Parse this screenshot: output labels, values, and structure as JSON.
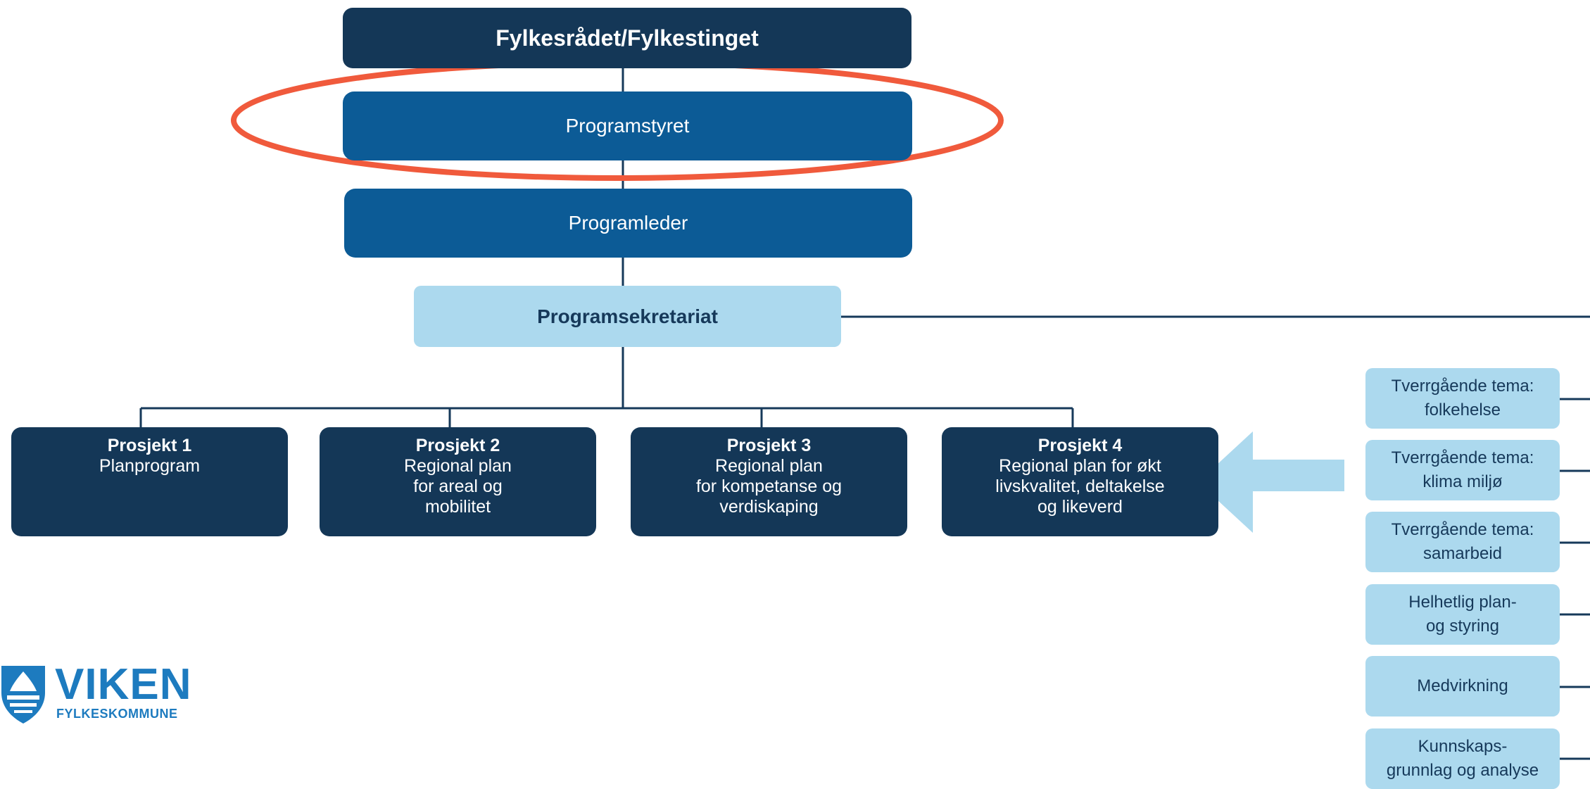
{
  "board": "Fylkesrådet/Fylkestinget",
  "steering": "Programstyret",
  "leader": "Programleder",
  "secretariat": "Programsekretariat",
  "projects": [
    {
      "title": "Prosjekt 1",
      "desc": "Planprogram"
    },
    {
      "title": "Prosjekt 2",
      "desc": "Regional plan\nfor areal og\nmobilitet"
    },
    {
      "title": "Prosjekt 3",
      "desc": "Regional plan\nfor kompetanse og\nverdiskaping"
    },
    {
      "title": "Prosjekt 4",
      "desc": "Regional plan for økt\nlivskvalitet, deltakelse\nog likeverd"
    }
  ],
  "themes": [
    "Tverrgående tema:\nfolkehelse",
    "Tverrgående tema:\nklima miljø",
    "Tverrgående tema:\nsamarbeid",
    "Helhetlig plan-\nog styring",
    "Medvirkning",
    "Kunnskaps-\ngrunnlag og analyse"
  ],
  "logo": {
    "name": "VIKEN",
    "subtitle": "FYLKESKOMMUNE",
    "icon": "viken-shield-icon"
  },
  "colors": {
    "dark": "#143757",
    "mid": "#0c5b96",
    "light": "#acd9ee",
    "highlight": "#f05a3c"
  }
}
